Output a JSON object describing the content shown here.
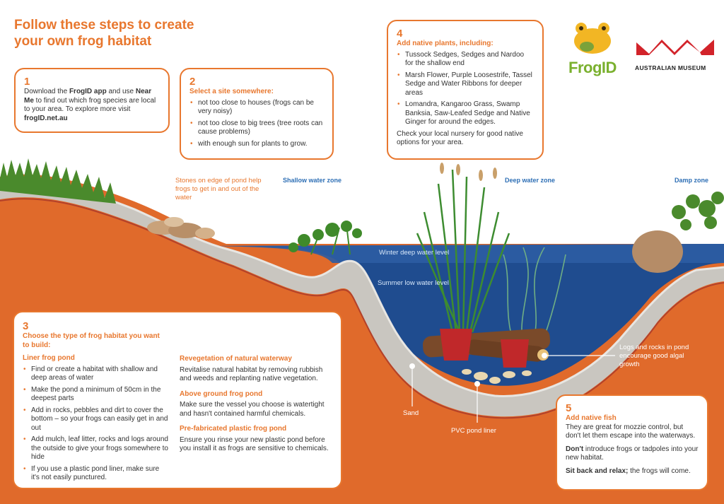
{
  "title": {
    "line1": "Follow these steps to create",
    "line2": "your own frog habitat"
  },
  "step1": {
    "num": "1",
    "t1": "Download the ",
    "app": "FrogID app",
    "t2": " and use ",
    "near": "Near Me",
    "t3": " to find out which frog species are local to your area. To explore more visit ",
    "site": "frogID.net.au"
  },
  "step2": {
    "num": "2",
    "heading": "Select a site somewhere:",
    "items": [
      "not too close to houses (frogs can be very noisy)",
      "not too close to big trees (tree roots can cause problems)",
      "with enough sun for plants to grow."
    ]
  },
  "step3": {
    "num": "3",
    "heading": "Choose the type of frog habitat you want to build:",
    "liner_heading": "Liner frog pond",
    "liner_items": [
      "Find or create a habitat with shallow and deep areas of water",
      "Make the pond a minimum of 50cm in the deepest parts",
      "Add in rocks, pebbles and dirt to cover the bottom – so your frogs can easily get in and out",
      "Add mulch, leaf litter, rocks and logs around the outside to give your frogs somewhere to hide",
      "If you use a plastic pond liner, make sure it's not easily punctured."
    ],
    "reveg_heading": "Revegetation of natural waterway",
    "reveg_text": "Revitalise natural habitat by removing rubbish and weeds and replanting native vegetation.",
    "above_heading": "Above ground frog pond",
    "above_text": "Make sure the vessel you choose is watertight and hasn't contained harmful chemicals.",
    "prefab_heading": "Pre-fabricated plastic frog pond",
    "prefab_text": "Ensure you rinse your new plastic pond before you install it as frogs are sensitive to chemicals."
  },
  "step4": {
    "num": "4",
    "heading": "Add native plants, including:",
    "items": [
      "Tussock Sedges, Sedges and Nardoo for the shallow end",
      "Marsh Flower, Purple Loosestrife, Tassel Sedge and Water Ribbons for deeper areas",
      "Lomandra, Kangaroo Grass, Swamp Banksia, Saw-Leafed Sedge and Native Ginger for around the edges."
    ],
    "footer": "Check your local nursery for good native options for your area."
  },
  "step5": {
    "num": "5",
    "heading": "Add native fish",
    "text1": "They are great for mozzie control, but don't let them escape into the waterways.",
    "dont": "Don't",
    "text2": " introduce frogs or tadpoles into your new habitat.",
    "sit": "Sit back and relax;",
    "text3": " the frogs will come."
  },
  "labels": {
    "stones": "Stones on edge of pond help frogs to get in and out of the water",
    "shallow": "Shallow water zone",
    "deep": "Deep water zone",
    "damp": "Damp zone",
    "winter": "Winter deep water level",
    "summer": "Summer low water level",
    "logs": "Logs and rocks in pond encourage good algal growth",
    "sand": "Sand",
    "liner": "PVC pond liner"
  },
  "logos": {
    "frogid": "FrogID",
    "museum": "AUSTRALIAN MUSEUM"
  },
  "colors": {
    "accent": "#e8772e",
    "earth": "#e06a2b",
    "water": "#1f4c8f",
    "zone": "#2e6fb5"
  }
}
